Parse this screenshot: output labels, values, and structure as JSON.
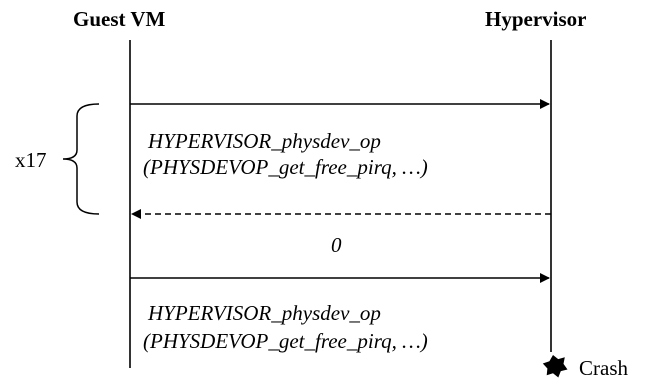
{
  "lifelines": {
    "guest": "Guest VM",
    "hypervisor": "Hypervisor"
  },
  "loop": {
    "label": "x17"
  },
  "messages": {
    "first_call_line1": "HYPERVISOR_physdev_op",
    "first_call_line2": "(PHYSDEVOP_get_free_pirq, …)",
    "return_value": "0",
    "second_call_line1": "HYPERVISOR_physdev_op",
    "second_call_line2": "(PHYSDEVOP_get_free_pirq, …)"
  },
  "outcome": {
    "label": "Crash"
  },
  "colors": {
    "line": "#000000",
    "background": "#ffffff"
  },
  "icons": {
    "crash": "explosion-starburst-icon"
  }
}
